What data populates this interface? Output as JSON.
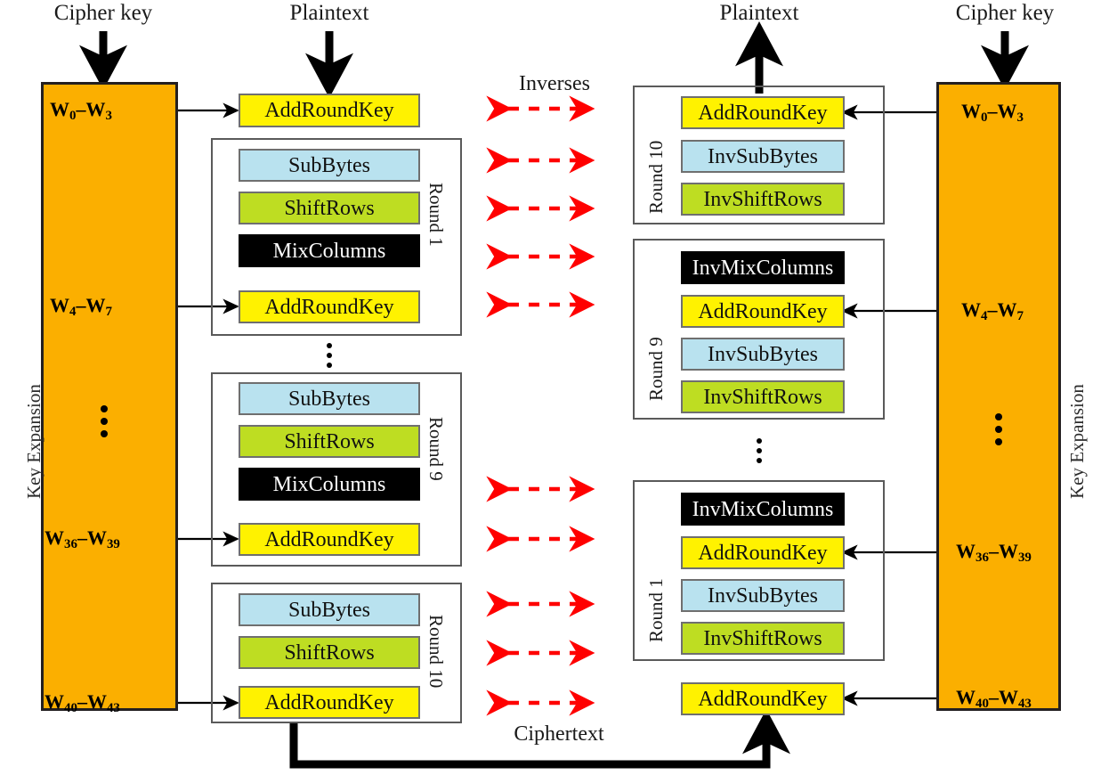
{
  "diagram": {
    "title_left_key": "Cipher key",
    "title_left_data": "Plaintext",
    "title_right_data": "Plaintext",
    "title_right_key": "Cipher key",
    "inverses_label": "Inverses",
    "ciphertext_label": "Ciphertext",
    "key_expansion_label": "Key Expansion",
    "ellipsis": "⋮"
  },
  "colors": {
    "orange": "#FBAF00",
    "yellow": "#FFF200",
    "blue": "#B9E2EF",
    "green": "#BEDD22",
    "black": "#000000",
    "red_arrow": "#FF0000",
    "outline": "#231f20"
  },
  "ops": {
    "add_round_key": "AddRoundKey",
    "sub_bytes": "SubBytes",
    "shift_rows": "ShiftRows",
    "mix_columns": "MixColumns",
    "inv_sub_bytes": "InvSubBytes",
    "inv_shift_rows": "InvShiftRows",
    "inv_mix_columns": "InvMixColumns"
  },
  "encryption": {
    "initial": {
      "op": "AddRoundKey",
      "key": {
        "from": "W",
        "a": "0",
        "b": "3"
      }
    },
    "rounds": [
      {
        "name": "Round 1",
        "steps": [
          "SubBytes",
          "ShiftRows",
          "MixColumns",
          "AddRoundKey"
        ],
        "key": {
          "from": "W",
          "a": "4",
          "b": "7"
        }
      },
      {
        "name": "Round 9",
        "steps": [
          "SubBytes",
          "ShiftRows",
          "MixColumns",
          "AddRoundKey"
        ],
        "key": {
          "from": "W",
          "a": "36",
          "b": "39"
        }
      },
      {
        "name": "Round 10",
        "steps": [
          "SubBytes",
          "ShiftRows",
          "AddRoundKey"
        ],
        "key": {
          "from": "W",
          "a": "40",
          "b": "43"
        }
      }
    ]
  },
  "decryption": {
    "rounds": [
      {
        "name": "Round 10",
        "steps": [
          "AddRoundKey",
          "InvSubBytes",
          "InvShiftRows"
        ],
        "key": {
          "from": "W",
          "a": "0",
          "b": "3"
        }
      },
      {
        "name": "Round 9",
        "steps": [
          "InvMixColumns",
          "AddRoundKey",
          "InvSubBytes",
          "InvShiftRows"
        ],
        "key": {
          "from": "W",
          "a": "4",
          "b": "7"
        }
      },
      {
        "name": "Round 1",
        "steps": [
          "InvMixColumns",
          "AddRoundKey",
          "InvSubBytes",
          "InvShiftRows"
        ],
        "key": {
          "from": "W",
          "a": "36",
          "b": "39"
        }
      }
    ],
    "final": {
      "op": "AddRoundKey",
      "key": {
        "from": "W",
        "a": "40",
        "b": "43"
      }
    }
  },
  "inverse_arrow_count": 10,
  "key_labels": {
    "w0_3": {
      "base": "W",
      "s1": "0",
      "s2": "3",
      "dash": "–"
    },
    "w4_7": {
      "base": "W",
      "s1": "4",
      "s2": "7",
      "dash": "–"
    },
    "w36_39": {
      "base": "W",
      "s1": "36",
      "s2": "39",
      "dash": "–"
    },
    "w40_43": {
      "base": "W",
      "s1": "40",
      "s2": "43",
      "dash": "–"
    }
  }
}
